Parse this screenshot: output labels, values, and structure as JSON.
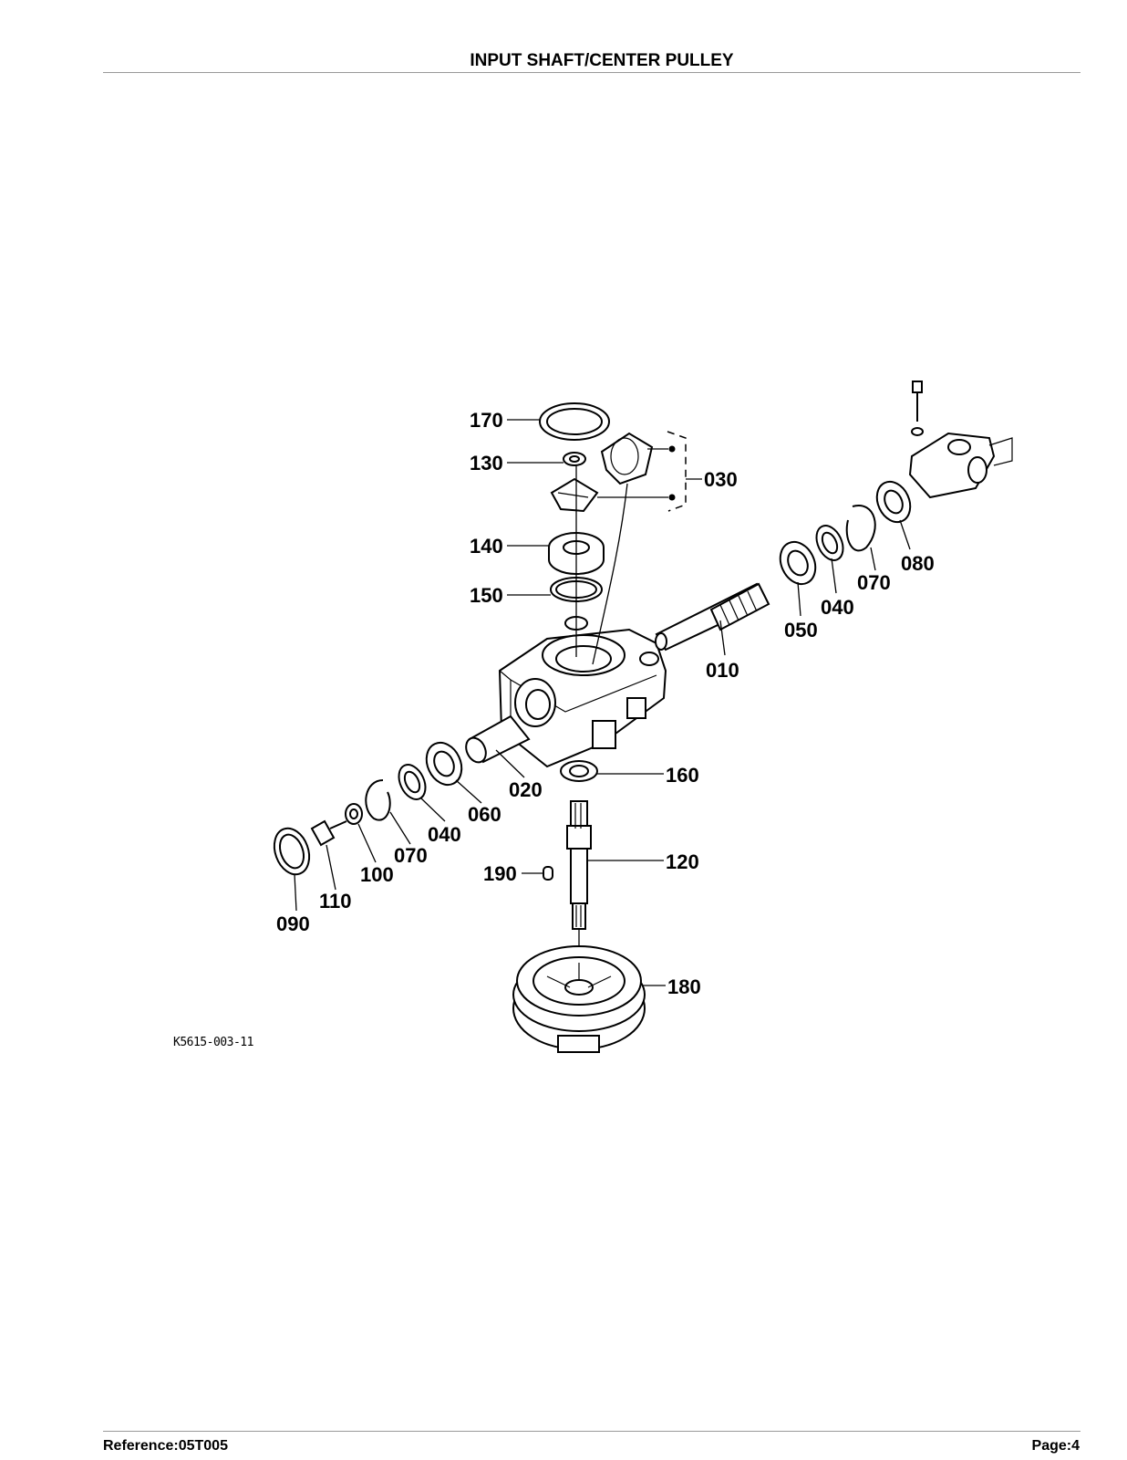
{
  "header": {
    "title": "INPUT SHAFT/CENTER PULLEY"
  },
  "figure": {
    "id": "K5615-003-11"
  },
  "footer": {
    "reference": "Reference:05T005",
    "page": "Page:4"
  },
  "callouts": {
    "p010": "010",
    "p020": "020",
    "p030": "030",
    "p040a": "040",
    "p040b": "040",
    "p050": "050",
    "p060": "060",
    "p070a": "070",
    "p070b": "070",
    "p080": "080",
    "p090": "090",
    "p100": "100",
    "p110": "110",
    "p120": "120",
    "p130": "130",
    "p140": "140",
    "p150": "150",
    "p160": "160",
    "p170": "170",
    "p180": "180",
    "p190": "190"
  }
}
